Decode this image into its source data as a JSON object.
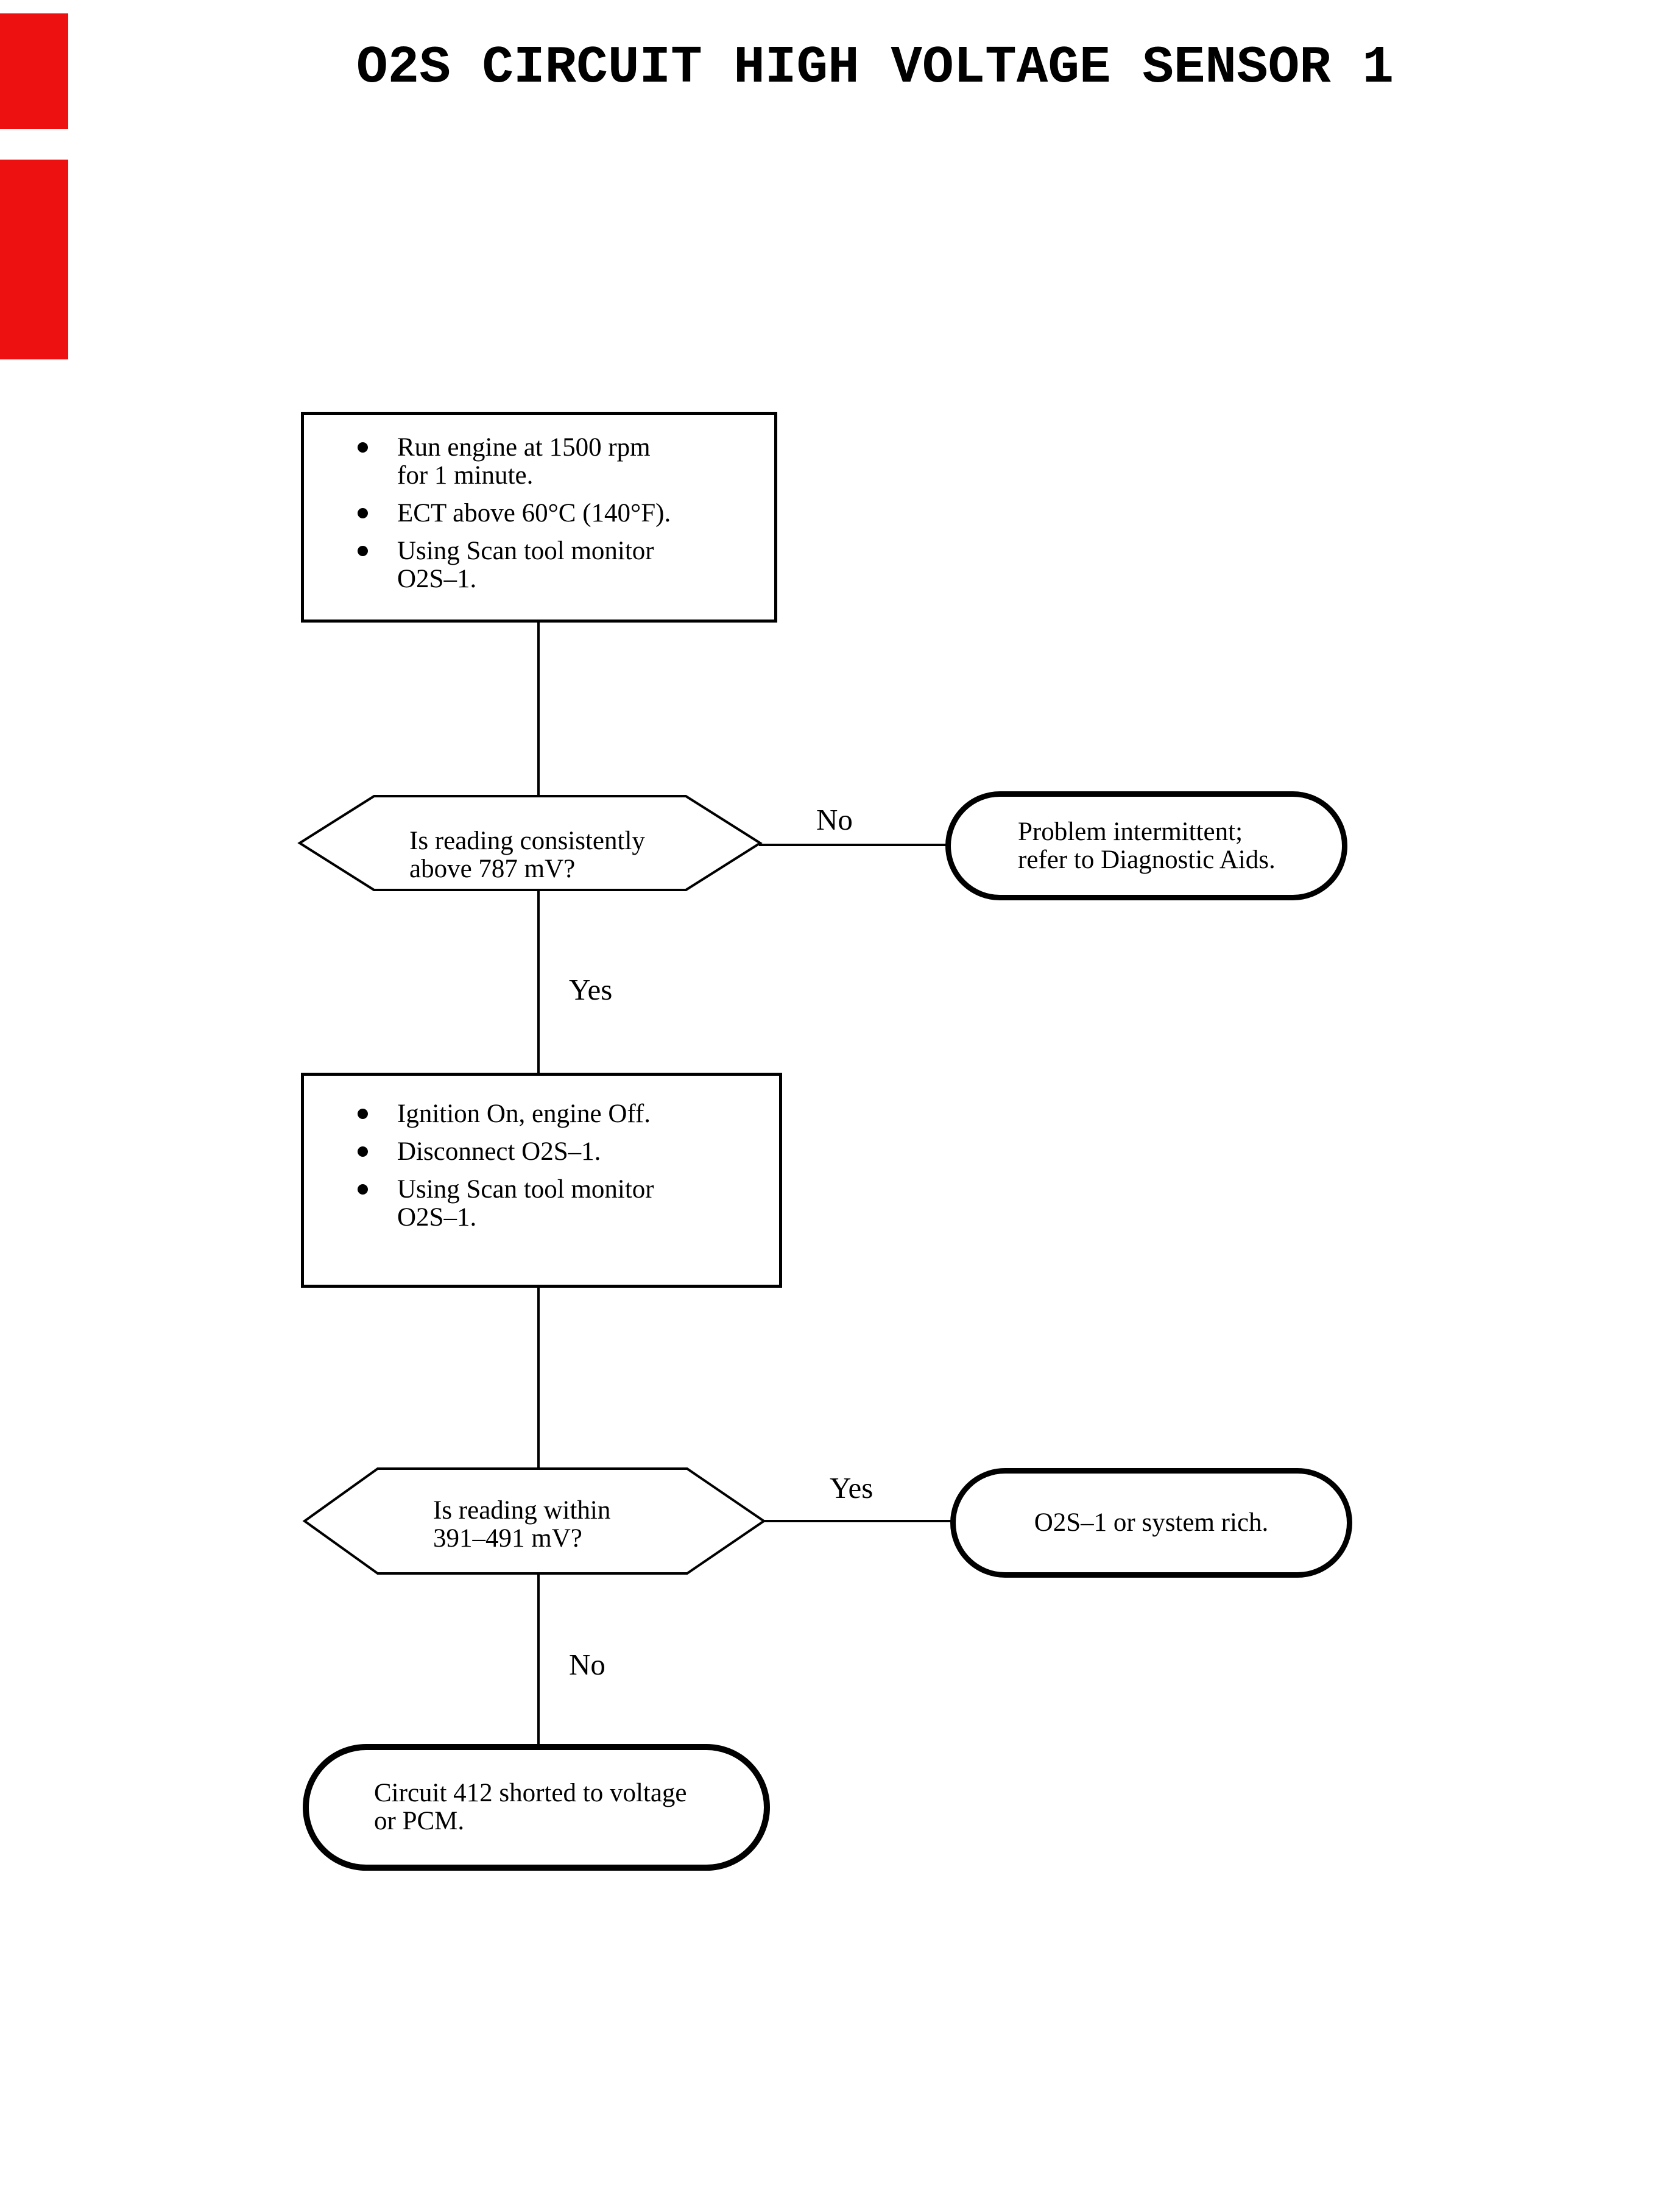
{
  "page": {
    "title": "O2S CIRCUIT HIGH VOLTAGE SENSOR 1"
  },
  "colors": {
    "ink": "#000000",
    "paper": "#ffffff",
    "edge_mark_red": "#ee1111"
  },
  "flow": {
    "step1": {
      "items": [
        [
          "Run engine at 1500 rpm",
          "for 1 minute."
        ],
        [
          "ECT above 60°C (140°F)."
        ],
        [
          "Using Scan tool monitor",
          "O2S–1."
        ]
      ]
    },
    "decision1": {
      "lines": [
        "Is reading consistently",
        "above 787 mV?"
      ]
    },
    "terminal1": {
      "lines": [
        "Problem intermittent;",
        "refer to Diagnostic Aids."
      ]
    },
    "step2": {
      "items": [
        [
          "Ignition On, engine Off."
        ],
        [
          "Disconnect O2S–1."
        ],
        [
          "Using Scan tool monitor",
          "O2S–1."
        ]
      ]
    },
    "decision2": {
      "lines": [
        "Is reading within",
        "391–491 mV?"
      ]
    },
    "terminal2": {
      "lines": [
        "O2S–1 or system rich."
      ]
    },
    "terminal3": {
      "lines": [
        "Circuit 412 shorted to voltage",
        "or PCM."
      ]
    },
    "labels": {
      "no1": "No",
      "yes1": "Yes",
      "yes2": "Yes",
      "no2": "No"
    }
  }
}
